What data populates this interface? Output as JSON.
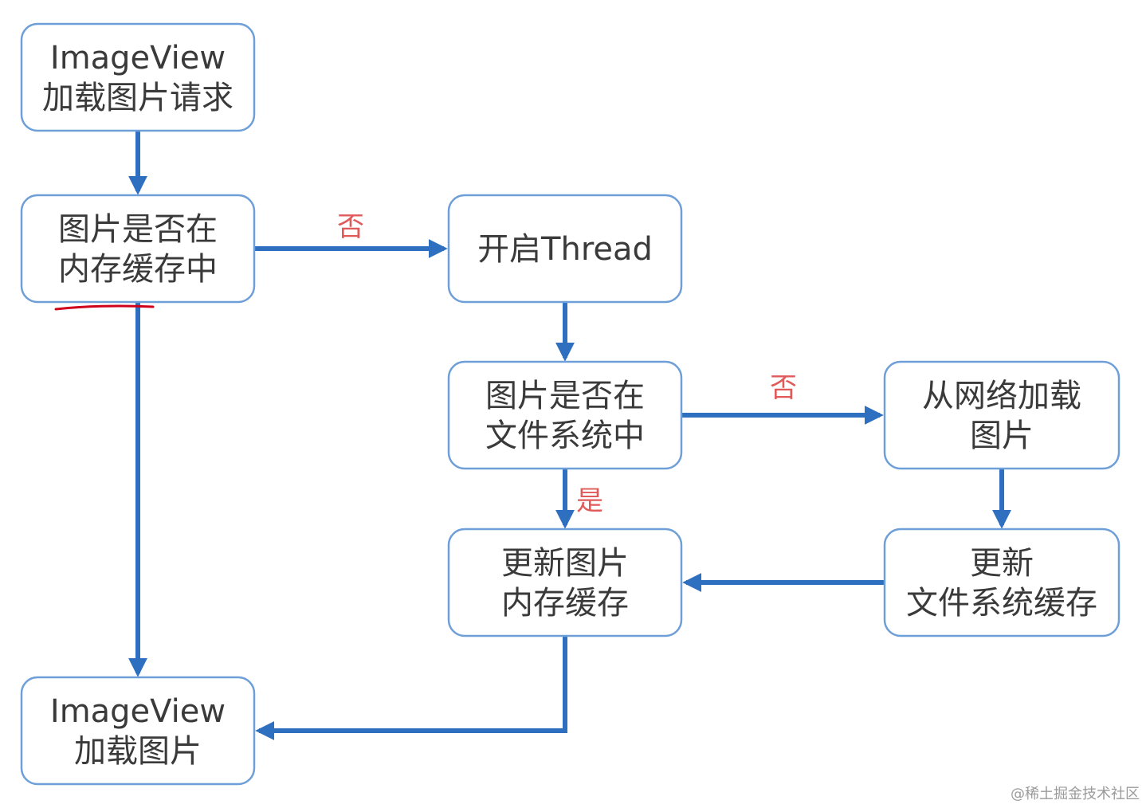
{
  "colors": {
    "node_border": "#6f9fd8",
    "node_text": "#3a3a3a",
    "edge": "#2f6fbf",
    "edge_label": "#e05a5a",
    "annotation": "#d0021b"
  },
  "nodes": {
    "imageview_request": {
      "lines": [
        "ImageView",
        "加载图片请求"
      ]
    },
    "check_memory_cache": {
      "lines": [
        "图片是否在",
        "内存缓存中"
      ]
    },
    "start_thread": {
      "lines": [
        "开启Thread"
      ]
    },
    "check_file_system": {
      "lines": [
        "图片是否在",
        "文件系统中"
      ]
    },
    "load_from_network": {
      "lines": [
        "从网络加载",
        "图片"
      ]
    },
    "update_memory_cache": {
      "lines": [
        "更新图片",
        "内存缓存"
      ]
    },
    "update_file_cache": {
      "lines": [
        "更新",
        "文件系统缓存"
      ]
    },
    "imageview_load": {
      "lines": [
        "ImageView",
        "加载图片"
      ]
    }
  },
  "edges": [
    {
      "id": "request-to-memory-check",
      "from": "imageview_request",
      "to": "check_memory_cache",
      "label": ""
    },
    {
      "id": "memory-check-no",
      "from": "check_memory_cache",
      "to": "start_thread",
      "label": "否"
    },
    {
      "id": "memory-check-yes",
      "from": "check_memory_cache",
      "to": "imageview_load",
      "label": ""
    },
    {
      "id": "thread-to-file-check",
      "from": "start_thread",
      "to": "check_file_system",
      "label": ""
    },
    {
      "id": "file-check-no",
      "from": "check_file_system",
      "to": "load_from_network",
      "label": "否"
    },
    {
      "id": "file-check-yes",
      "from": "check_file_system",
      "to": "update_memory_cache",
      "label": "是"
    },
    {
      "id": "network-to-file-cache",
      "from": "load_from_network",
      "to": "update_file_cache",
      "label": ""
    },
    {
      "id": "file-cache-to-memory",
      "from": "update_file_cache",
      "to": "update_memory_cache",
      "label": ""
    },
    {
      "id": "memory-update-to-view",
      "from": "update_memory_cache",
      "to": "imageview_load",
      "label": ""
    }
  ],
  "watermark": "@稀土掘金技术社区"
}
